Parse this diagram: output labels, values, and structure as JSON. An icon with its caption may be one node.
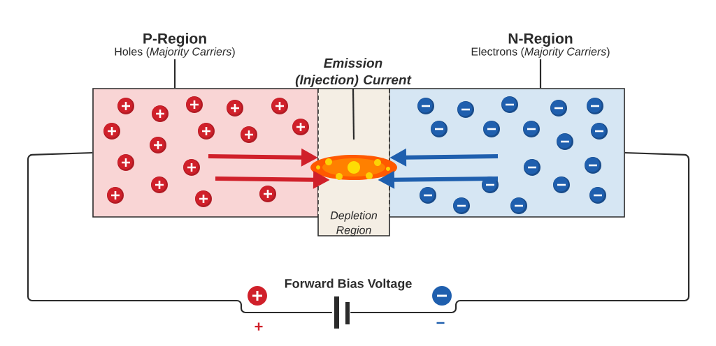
{
  "diagram": {
    "nodes": [
      {
        "text": [
          "P-Region",
          "Holes (*Majority Carriers*)"
        ]
      },
      {
        "text": [],
        "shape": "box"
      },
      {
        "text": [
          "Emission (Injection) Current"
        ]
      },
      {
        "text": [
          "Depletion Region"
        ]
      },
      {
        "text": [
          "N-Region",
          "Electrons (*Majority Carriers*)"
        ]
      },
      {
        "text": [],
        "shape": "box"
      },
      {
        "text": [],
        "shape": "battery"
      }
    ],
    "edges": [
      {
        "from": 0,
        "to": 1,
        "arrow": "none"
      },
      {
        "from": 2,
        "to": 3,
        "arrow": "none"
      },
      {
        "from": 4,
        "to": 5,
        "arrow": "none"
      },
      {
        "from": 1,
        "to": 6,
        "arrow": "none"
      },
      {
        "from": 6,
        "to": 5,
        "arrow": "none"
      },
      {
        "from": 1,
        "to": 3,
        "arrow": "to",
        "style": "thick",
        "color": "#d0202a"
      },
      {
        "from": 1,
        "to": 3,
        "arrow": "to",
        "style": "thick",
        "color": "#d0202a"
      },
      {
        "from": 5,
        "to": 3,
        "arrow": "to",
        "style": "thick",
        "color": "#1f5fae"
      },
      {
        "from": 5,
        "to": 3,
        "arrow": "to",
        "style": "thick",
        "color": "#1f5fae"
      }
    ],
    "labels": [
      "Forward Bias Voltage",
      "+",
      "−"
    ]
  }
}
